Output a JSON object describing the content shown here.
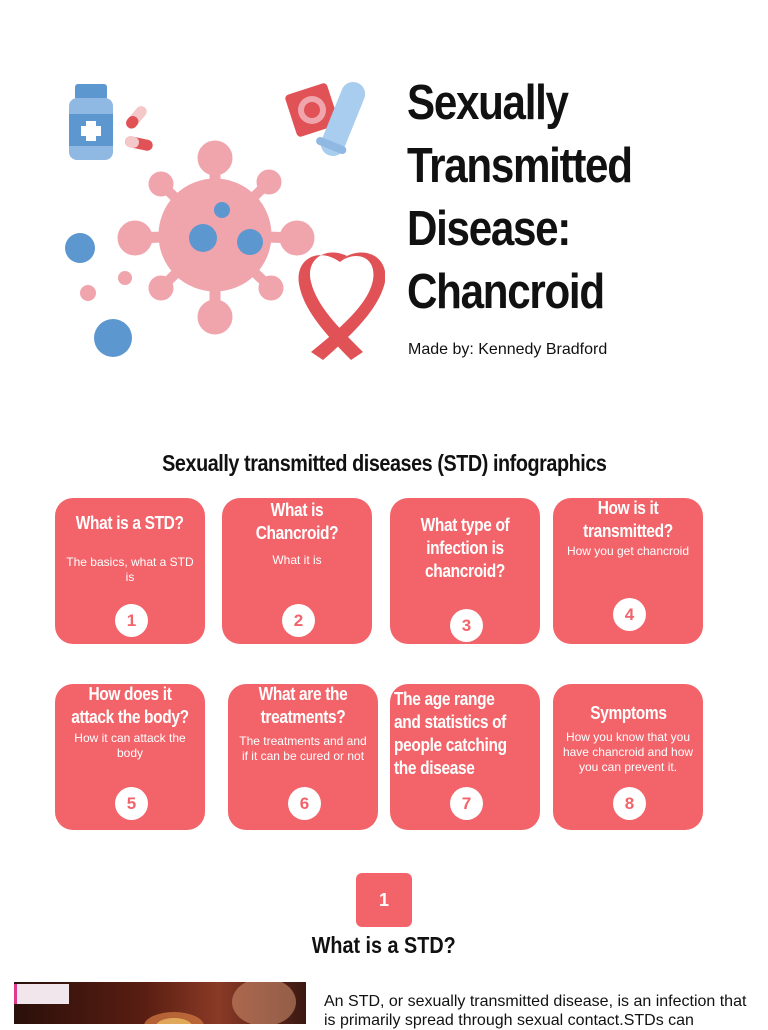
{
  "header": {
    "title_lines": [
      "Sexually",
      "Transmitted",
      "Disease:",
      "Chancroid"
    ],
    "author": "Made by: Kennedy Bradford"
  },
  "colors": {
    "accent": "#f2646a",
    "virus": "#f0a5ad",
    "blue": "#5d97cf",
    "ribbon": "#e05256"
  },
  "illustration": {
    "icons": [
      "pill-bottle-icon",
      "capsule-icon",
      "condom-package-icon",
      "condom-icon",
      "virus-icon",
      "awareness-ribbon-icon"
    ]
  },
  "infographic": {
    "heading": "Sexually transmitted diseases (STD) infographics",
    "cards": [
      {
        "title": "What is a STD?",
        "desc": "The basics, what a STD is",
        "number": "1"
      },
      {
        "title": "What is Chancroid?",
        "desc": "What it is",
        "number": "2"
      },
      {
        "title": "What type of infection is chancroid?",
        "desc": "",
        "number": "3"
      },
      {
        "title": "How is it transmitted?",
        "desc": "How you get chancroid",
        "number": "4"
      },
      {
        "title": "How does it attack the body?",
        "desc": "How it can attack the body",
        "number": "5"
      },
      {
        "title": "What are the treatments?",
        "desc": "The treatments and and if it can be cured or not",
        "number": "6"
      },
      {
        "title": "The age range and statistics of people catching the disease",
        "desc": "",
        "number": "7"
      },
      {
        "title": "Symptoms",
        "desc": "How you know that you have chancroid and how you can prevent it.",
        "number": "8"
      }
    ]
  },
  "section1": {
    "badge": "1",
    "heading": "What is a STD?",
    "body": "An STD, or sexually transmitted disease, is an infection that is primarily spread through sexual contact.STDs can"
  }
}
